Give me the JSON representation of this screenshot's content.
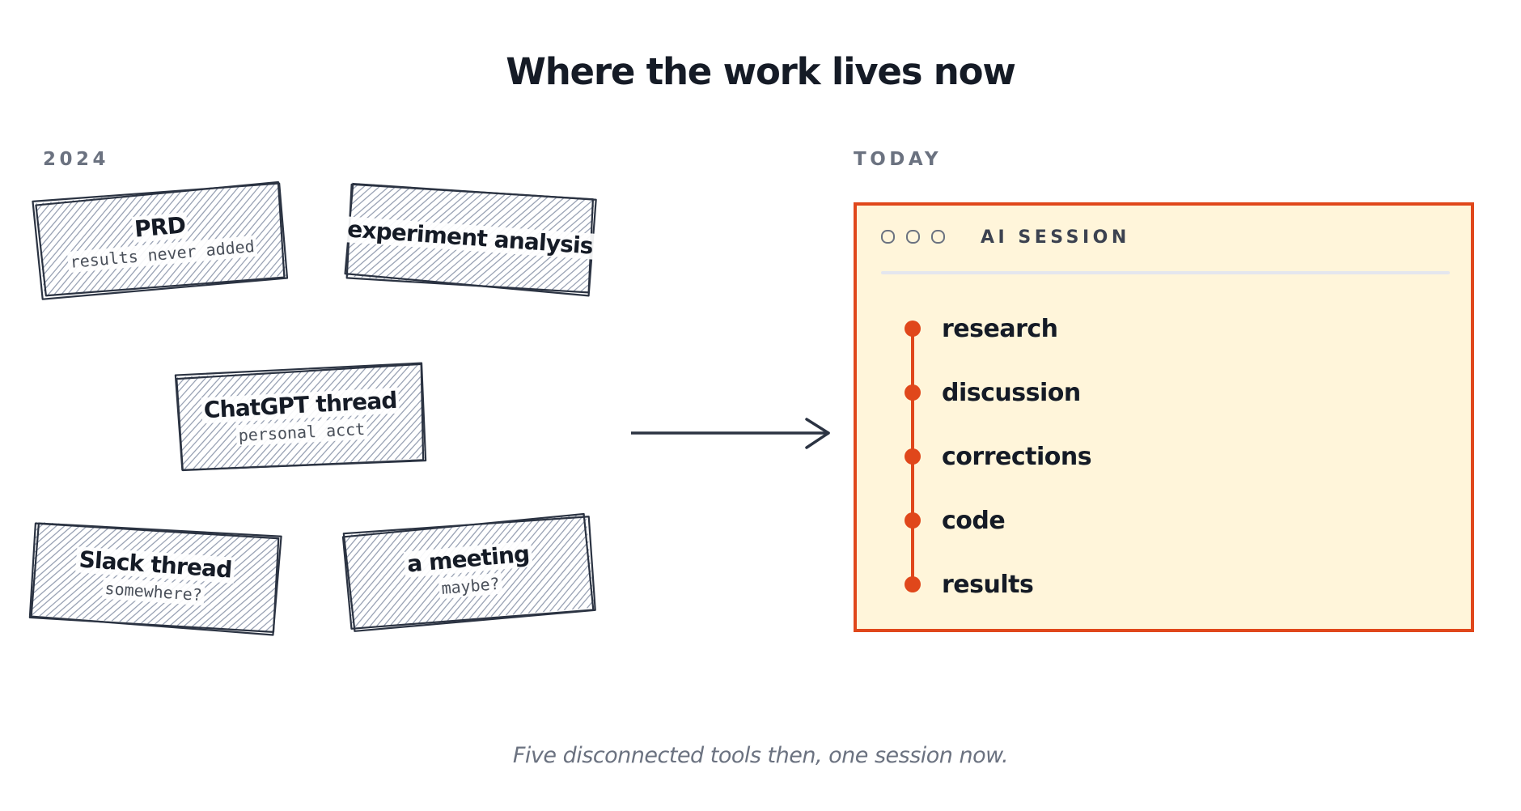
{
  "title": "Where the work lives now",
  "left": {
    "label": "2024",
    "cards": [
      {
        "title": "PRD",
        "subtitle": "results never added"
      },
      {
        "title": "experiment analysis",
        "subtitle": ""
      },
      {
        "title": "ChatGPT thread",
        "subtitle": "personal acct"
      },
      {
        "title": "Slack thread",
        "subtitle": "somewhere?"
      },
      {
        "title": "a meeting",
        "subtitle": "maybe?"
      }
    ]
  },
  "right": {
    "label": "TODAY",
    "session": {
      "title": "AI SESSION",
      "steps": [
        "research",
        "discussion",
        "corrections",
        "code",
        "results"
      ]
    }
  },
  "caption": "Five disconnected tools then, one session now.",
  "colors": {
    "accent": "#e0471b",
    "session_bg": "#fff5da",
    "ink": "#151b26",
    "muted": "#6b7280",
    "hatch": "#9aa3b5"
  },
  "icons": [
    "window-dot-icon",
    "window-dot-icon",
    "window-dot-icon",
    "arrow-right-icon"
  ]
}
